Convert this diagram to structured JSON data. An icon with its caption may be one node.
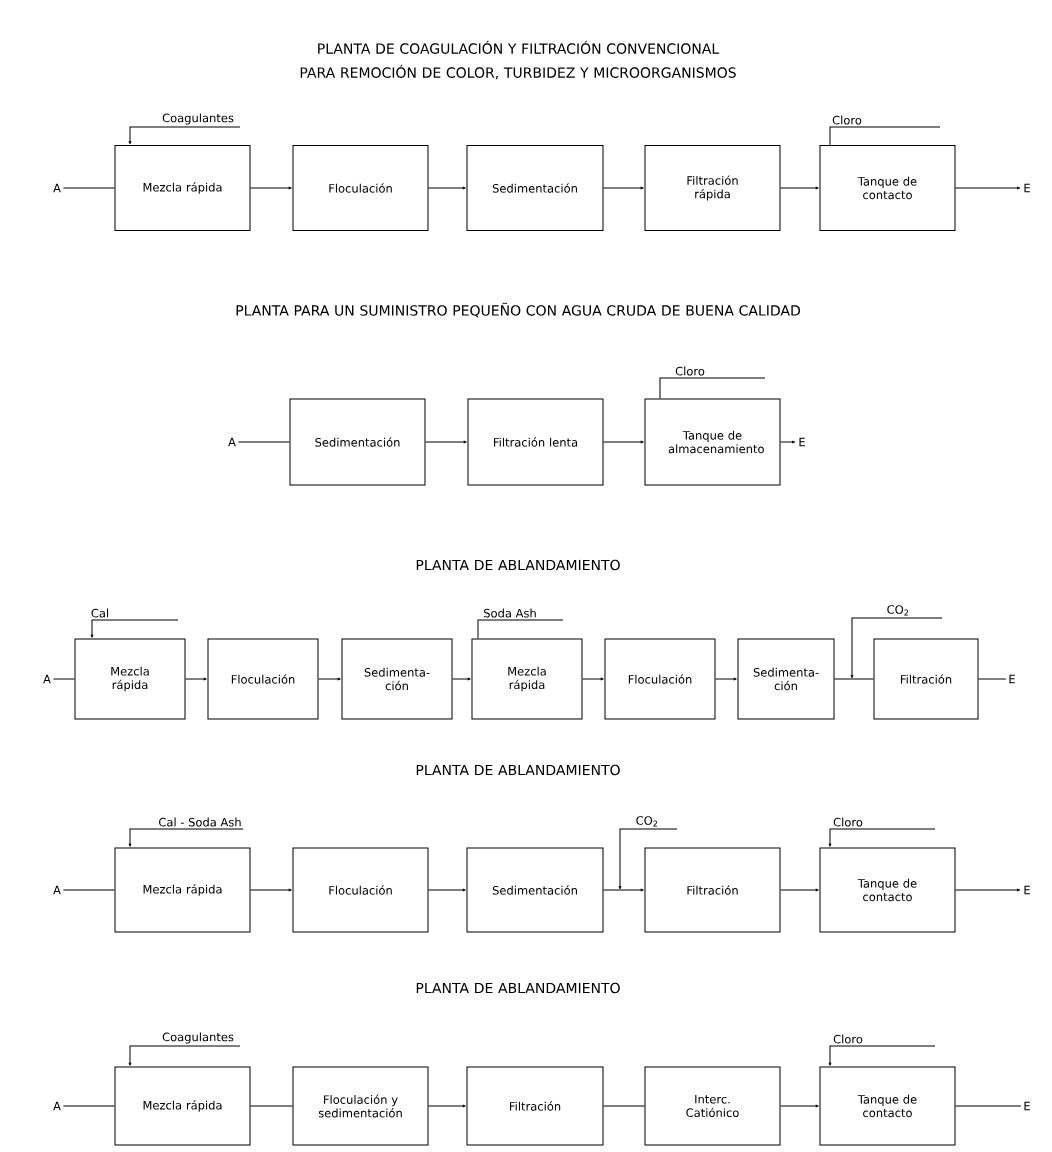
{
  "diagram": {
    "nodes": [
      {
        "text": [
          "A"
        ]
      },
      {
        "text": [
          "Mezcla rápida"
        ]
      },
      {
        "text": [
          "Floculación"
        ]
      },
      {
        "text": [
          "Sedimentación"
        ]
      },
      {
        "text": [
          "Filtración rápida"
        ]
      },
      {
        "text": [
          "Tanque de contacto"
        ]
      },
      {
        "text": [
          "E"
        ]
      },
      {
        "text": [
          "Coagulantes"
        ]
      },
      {
        "text": [
          "Cloro"
        ]
      },
      {
        "text": [
          "A"
        ]
      },
      {
        "text": [
          "Sedimentación"
        ]
      },
      {
        "text": [
          "Filtración lenta"
        ]
      },
      {
        "text": [
          "Tanque de almacenamiento"
        ]
      },
      {
        "text": [
          "E"
        ]
      },
      {
        "text": [
          "Cloro"
        ]
      },
      {
        "text": [
          "A"
        ]
      },
      {
        "text": [
          "Mezcla rápida"
        ]
      },
      {
        "text": [
          "Floculación"
        ]
      },
      {
        "text": [
          "Sedimenta- ción"
        ]
      },
      {
        "text": [
          "Mezcla rápida"
        ]
      },
      {
        "text": [
          "Floculación"
        ]
      },
      {
        "text": [
          "Sedimenta- ción"
        ]
      },
      {
        "text": [
          "Filtración"
        ]
      },
      {
        "text": [
          "E"
        ]
      },
      {
        "text": [
          "Cal"
        ]
      },
      {
        "text": [
          "Soda Ash"
        ]
      },
      {
        "text": [
          "CO$_{2}$"
        ]
      },
      {
        "text": [
          "A"
        ]
      },
      {
        "text": [
          "Mezcla rápida"
        ]
      },
      {
        "text": [
          "Floculación"
        ]
      },
      {
        "text": [
          "Sedimentación"
        ]
      },
      {
        "text": [
          "Filtración"
        ]
      },
      {
        "text": [
          "Tanque de contacto"
        ]
      },
      {
        "text": [
          "E"
        ]
      },
      {
        "text": [
          "Cal - Soda Ash"
        ]
      },
      {
        "text": [
          "CO$_{2}$"
        ]
      },
      {
        "text": [
          "Cloro"
        ]
      },
      {
        "text": [
          "A"
        ]
      },
      {
        "text": [
          "Mezcla rápida"
        ]
      },
      {
        "text": [
          "Floculación y sedimentación"
        ]
      },
      {
        "text": [
          "Filtración"
        ]
      },
      {
        "text": [
          "Interc. Catiónico"
        ]
      },
      {
        "text": [
          "Tanque de contacto"
        ]
      },
      {
        "text": [
          "E"
        ]
      },
      {
        "text": [
          "Coagulantes"
        ]
      },
      {
        "text": [
          "Cloro"
        ]
      }
    ],
    "edges": [
      {
        "from": 0,
        "to": 1,
        "arrow": "none"
      },
      {
        "from": 1,
        "to": 2,
        "arrow": "to"
      },
      {
        "from": 2,
        "to": 3,
        "arrow": "to"
      },
      {
        "from": 3,
        "to": 4,
        "arrow": "to"
      },
      {
        "from": 4,
        "to": 5,
        "arrow": "to"
      },
      {
        "from": 5,
        "to": 6,
        "arrow": "to"
      },
      {
        "from": 7,
        "to": 1,
        "arrow": "to"
      },
      {
        "from": 8,
        "to": 5,
        "arrow": "none"
      },
      {
        "from": 9,
        "to": 10,
        "arrow": "none"
      },
      {
        "from": 10,
        "to": 11,
        "arrow": "to"
      },
      {
        "from": 11,
        "to": 12,
        "arrow": "to"
      },
      {
        "from": 12,
        "to": 13,
        "arrow": "to"
      },
      {
        "from": 14,
        "to": 12,
        "arrow": "none"
      },
      {
        "from": 15,
        "to": 16,
        "arrow": "none"
      },
      {
        "from": 16,
        "to": 17,
        "arrow": "to"
      },
      {
        "from": 17,
        "to": 18,
        "arrow": "to"
      },
      {
        "from": 18,
        "to": 19,
        "arrow": "to"
      },
      {
        "from": 19,
        "to": 20,
        "arrow": "to"
      },
      {
        "from": 20,
        "to": 21,
        "arrow": "to"
      },
      {
        "from": 21,
        "to": 22,
        "arrow": "none"
      },
      {
        "from": 22,
        "to": 23,
        "arrow": "none"
      },
      {
        "from": 24,
        "to": 16,
        "arrow": "to"
      },
      {
        "from": 25,
        "to": 19,
        "arrow": "none"
      },
      {
        "from": 26,
        "to": null,
        "arrow": "to"
      },
      {
        "from": 27,
        "to": 28,
        "arrow": "none"
      },
      {
        "from": 28,
        "to": 29,
        "arrow": "to"
      },
      {
        "from": 29,
        "to": 30,
        "arrow": "to"
      },
      {
        "from": 30,
        "to": 31,
        "arrow": "to"
      },
      {
        "from": 31,
        "to": 32,
        "arrow": "to"
      },
      {
        "from": 32,
        "to": 33,
        "arrow": "to"
      },
      {
        "from": 34,
        "to": 28,
        "arrow": "to"
      },
      {
        "from": 35,
        "to": null,
        "arrow": "to"
      },
      {
        "from": 36,
        "to": 32,
        "arrow": "to"
      },
      {
        "from": 37,
        "to": 38,
        "arrow": "none"
      },
      {
        "from": 38,
        "to": 39,
        "arrow": "none"
      },
      {
        "from": 39,
        "to": 40,
        "arrow": "to"
      },
      {
        "from": 40,
        "to": 41,
        "arrow": "none"
      },
      {
        "from": 41,
        "to": 42,
        "arrow": "to"
      },
      {
        "from": 42,
        "to": 43,
        "arrow": "none"
      },
      {
        "from": 44,
        "to": 38,
        "arrow": "to"
      },
      {
        "from": 45,
        "to": 42,
        "arrow": "to"
      }
    ],
    "labels": [
      "PLANTA DE COAGULACIÓN Y FILTRACIÓN CONVENCIONAL PARA REMOCIÓN DE COLOR, TURBIDEZ Y MICROORGANISMOS",
      "PLANTA PARA UN SUMINISTRO PEQUEÑO CON AGUA CRUDA DE BUENA CALIDAD",
      "PLANTA DE ABLANDAMIENTO",
      "PLANTA DE ABLANDAMIENTO",
      "PLANTA DE ABLANDAMIENTO"
    ]
  }
}
